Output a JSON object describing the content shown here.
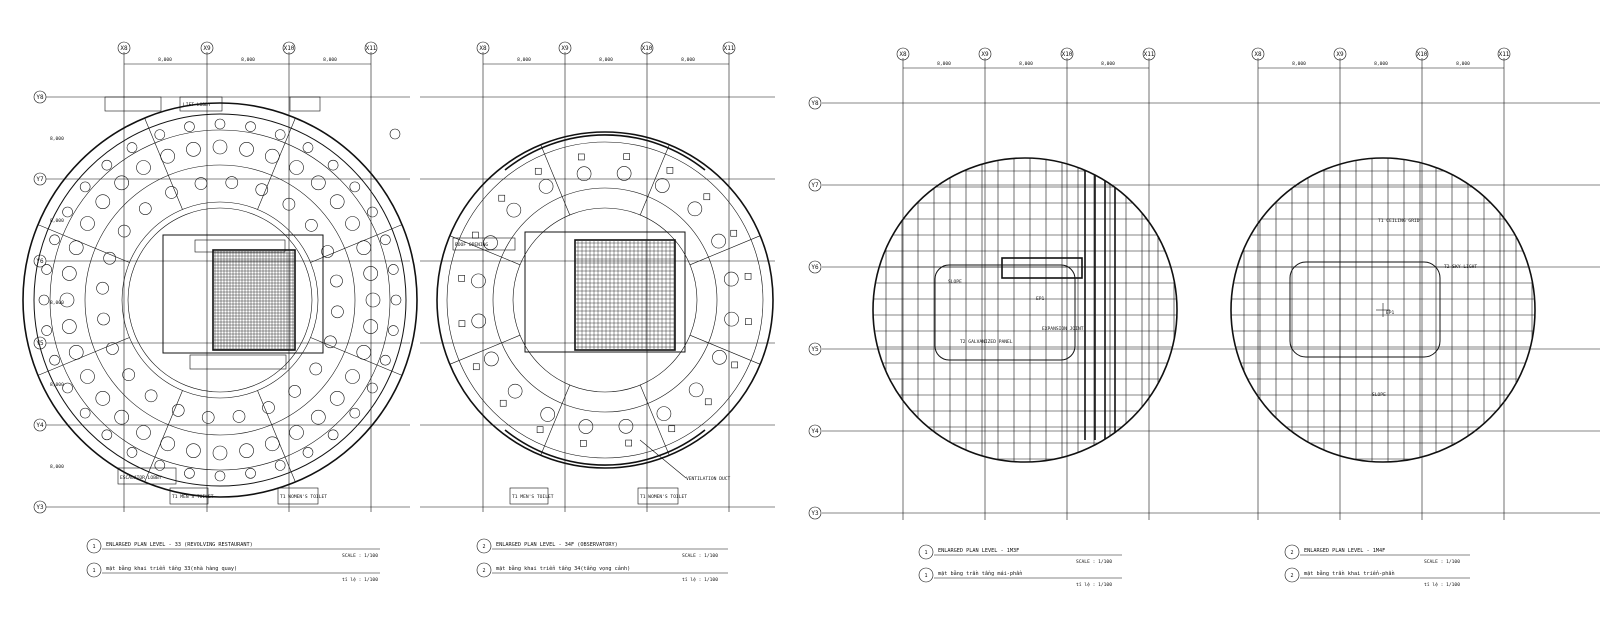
{
  "sheet": {
    "title": "Enlarged plan levels and ceiling plans",
    "plans": [
      {
        "grid_x": [
          "X8",
          "X9",
          "X10",
          "X11"
        ],
        "dims": [
          "8,000",
          "8,000",
          "8,000"
        ],
        "title1": "ENLARGED PLAN LEVEL - 33 (REVOLVING RESTAURANT)",
        "scale1": "SCALE : 1/100",
        "title2": "mặt bằng khai triển tầng 33(nhà hàng quay)",
        "scale2": "tỉ lệ : 1/100",
        "num1": "1",
        "num2": "1",
        "tags": [
          "T1 MEN'S TOILET",
          "T1 WOMEN'S TOILET",
          "ESCALATOR LOBBY",
          "LIFT LOBBY"
        ]
      },
      {
        "grid_x": [
          "X8",
          "X9",
          "X10",
          "X11"
        ],
        "dims": [
          "8,000",
          "8,000",
          "8,000"
        ],
        "title1": "ENLARGED PLAN LEVEL - 34F (OBSERVATORY)",
        "scale1": "SCALE : 1/100",
        "title2": "mặt bằng khai triển tầng 34(tầng vọng cảnh)",
        "scale2": "tỉ lệ : 1/100",
        "num1": "2",
        "num2": "2",
        "tags": [
          "T1 MEN'S TOILET",
          "T1 WOMEN'S TOILET",
          "VENTILATION DUCT",
          "ROOF OPENING"
        ]
      },
      {
        "grid_x": [
          "X8",
          "X9",
          "X10",
          "X11"
        ],
        "dims": [
          "8,000",
          "8,000",
          "8,000"
        ],
        "title1": "ENLARGED PLAN LEVEL - 1M3F",
        "scale1": "SCALE : 1/100",
        "title2": "mặt bằng trần tầng mái-phần",
        "scale2": "tỉ lệ : 1/100",
        "num1": "1",
        "num2": "1",
        "tags": [
          "EP1",
          "SLOPE",
          "EXPANSION JOINT",
          "T2 GALVANIZED PANEL"
        ]
      },
      {
        "grid_x": [
          "X8",
          "X9",
          "X10",
          "X11"
        ],
        "dims": [
          "8,000",
          "8,000",
          "8,000"
        ],
        "title1": "ENLARGED PLAN LEVEL - 1M4F",
        "scale1": "SCALE : 1/100",
        "title2": "mặt bằng trần khai triển-phần",
        "scale2": "tỉ lệ : 1/100",
        "num1": "2",
        "num2": "2",
        "tags": [
          "EP1",
          "T2 SKY LIGHT",
          "T1 CEILING GRID",
          "SLOPE"
        ]
      }
    ],
    "grid_y": [
      "Y8",
      "Y7",
      "Y6",
      "Y5",
      "Y4",
      "Y3"
    ],
    "dims_y": [
      "8,000",
      "8,000",
      "8,000",
      "8,000",
      "8,000"
    ]
  }
}
